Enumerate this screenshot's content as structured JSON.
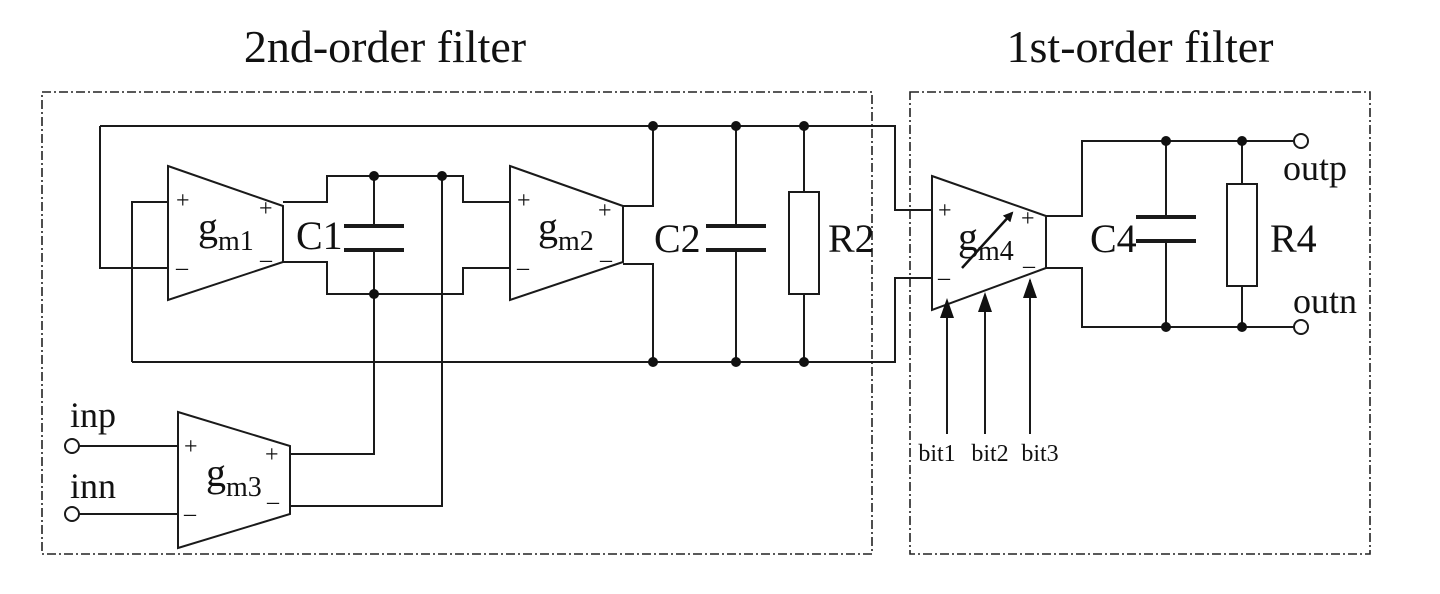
{
  "titles": {
    "second_order": "2nd-order filter",
    "first_order": "1st-order filter"
  },
  "amplifiers": {
    "gm1": {
      "base": "g",
      "sub": "m1"
    },
    "gm2": {
      "base": "g",
      "sub": "m2"
    },
    "gm3": {
      "base": "g",
      "sub": "m3"
    },
    "gm4": {
      "base": "g",
      "sub": "m4"
    }
  },
  "signs": {
    "plus": "+",
    "minus": "–"
  },
  "components": {
    "c1": "C1",
    "c2": "C2",
    "r2": "R2",
    "c4": "C4",
    "r4": "R4"
  },
  "terminals": {
    "inp": "inp",
    "inn": "inn",
    "outp": "outp",
    "outn": "outn"
  },
  "control_bits": [
    "bit1",
    "bit2",
    "bit3"
  ]
}
